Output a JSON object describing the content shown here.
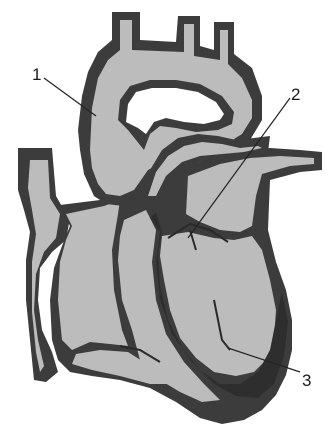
{
  "diagram": {
    "labels": [
      {
        "id": "1",
        "text": "1"
      },
      {
        "id": "2",
        "text": "2"
      },
      {
        "id": "3",
        "text": "3"
      }
    ]
  },
  "colors": {
    "wall": "#3c3c3c",
    "chamber_fill": "#bcbcbc",
    "dark_muscle": "#2e2e2e",
    "leader_line": "#222222",
    "background": "#ffffff"
  }
}
